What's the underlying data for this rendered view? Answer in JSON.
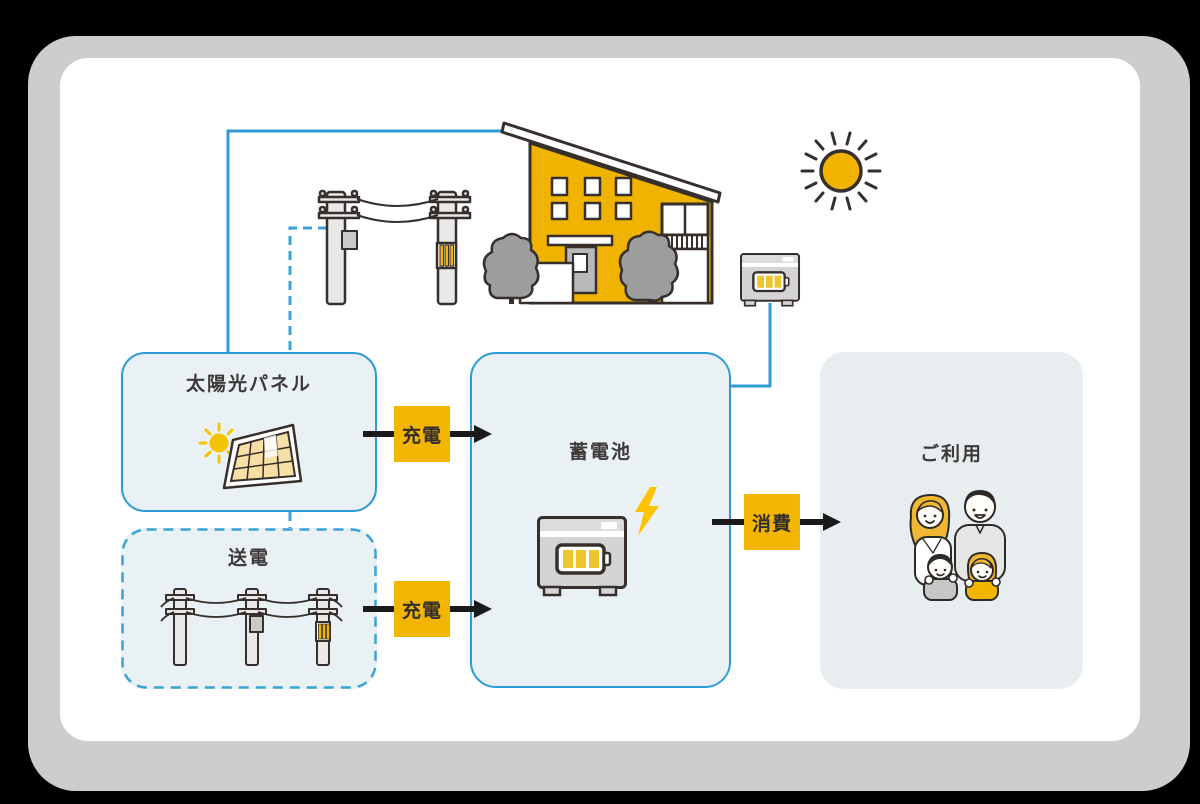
{
  "diagram": {
    "boxes": {
      "solar_panel": {
        "title": "太陽光パネル"
      },
      "transmission": {
        "title": "送電"
      },
      "storage_battery": {
        "title": "蓄電池"
      },
      "usage": {
        "title": "ご利用"
      }
    },
    "flow_labels": {
      "solar_charge": "充電",
      "grid_charge": "充電",
      "consume": "消費"
    },
    "icons": [
      "sun-icon",
      "house-illustration",
      "utility-poles-illustration",
      "transmission-poles-illustration",
      "solar-panel-icon",
      "storage-battery-illustration",
      "wall-battery-illustration",
      "lightning-bolt-icon",
      "family-illustration",
      "charge-arrow",
      "consume-arrow"
    ],
    "palette": {
      "accent_blue": "#2f9bd4",
      "box_fill": "#eaf1f4",
      "usage_box_fill": "#e8edf0",
      "brand_yellow": "#f2b600",
      "panel_cell_yellow": "#f8dfa6",
      "battery_bar_yellow": "#edc52f",
      "outline_dark": "#362f2b",
      "text_dark": "#3e3a39",
      "arrow_black": "#1a1a1a",
      "card_gray": "#cdcdcd",
      "canvas_white": "#ffffff"
    }
  }
}
